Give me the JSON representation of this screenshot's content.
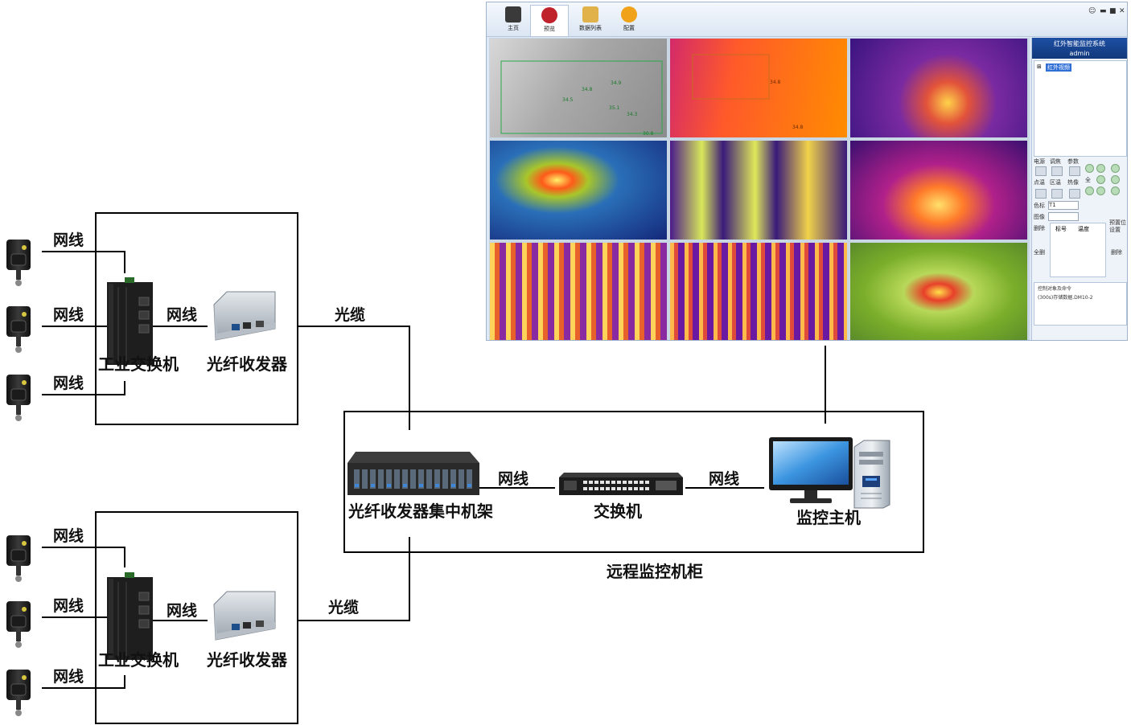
{
  "labels": {
    "wire": "网线",
    "fiber": "光缆",
    "industrial_switch": "工业交换机",
    "transceiver": "光纤收发器",
    "rack": "光纤收发器集中机架",
    "switch": "交换机",
    "host": "监控主机",
    "cabinet": "远程监控机柜"
  },
  "app": {
    "toolbar": [
      "主页",
      "预览",
      "数据列表",
      "配置"
    ],
    "side_title": "红外智能监控系统",
    "side_user": "admin",
    "tree_node": "红外视频",
    "ctrl_labels": [
      "电源",
      "调焦",
      "参数"
    ],
    "ctrl_labels2": [
      "点温",
      "区温",
      "热像"
    ],
    "ctrl_full": "全",
    "palette_label": "色标",
    "image_label": "图像",
    "palette_value": "T1",
    "delete_label": "删除",
    "all_delete_label": "全删",
    "table_headers": [
      "标号",
      "温度"
    ],
    "preset_label": "预置位设置",
    "delete_label2": "删除",
    "log_title": "控制对象及命令",
    "log_line": "(300s)存储数据.DM10-2"
  },
  "thermal_readings": [
    "34.8",
    "34.5",
    "34.9",
    "35.1",
    "34.3",
    "30.8",
    "34.8",
    "34.8"
  ],
  "colors": {
    "ironbow_purple": "#4b1a8a",
    "ironbow_orange": "#ff8a00",
    "ironbow_yellow": "#ffe84a",
    "rainbow_blue": "#1c2fa8",
    "rainbow_green": "#8fc62a",
    "line": "#000000"
  }
}
